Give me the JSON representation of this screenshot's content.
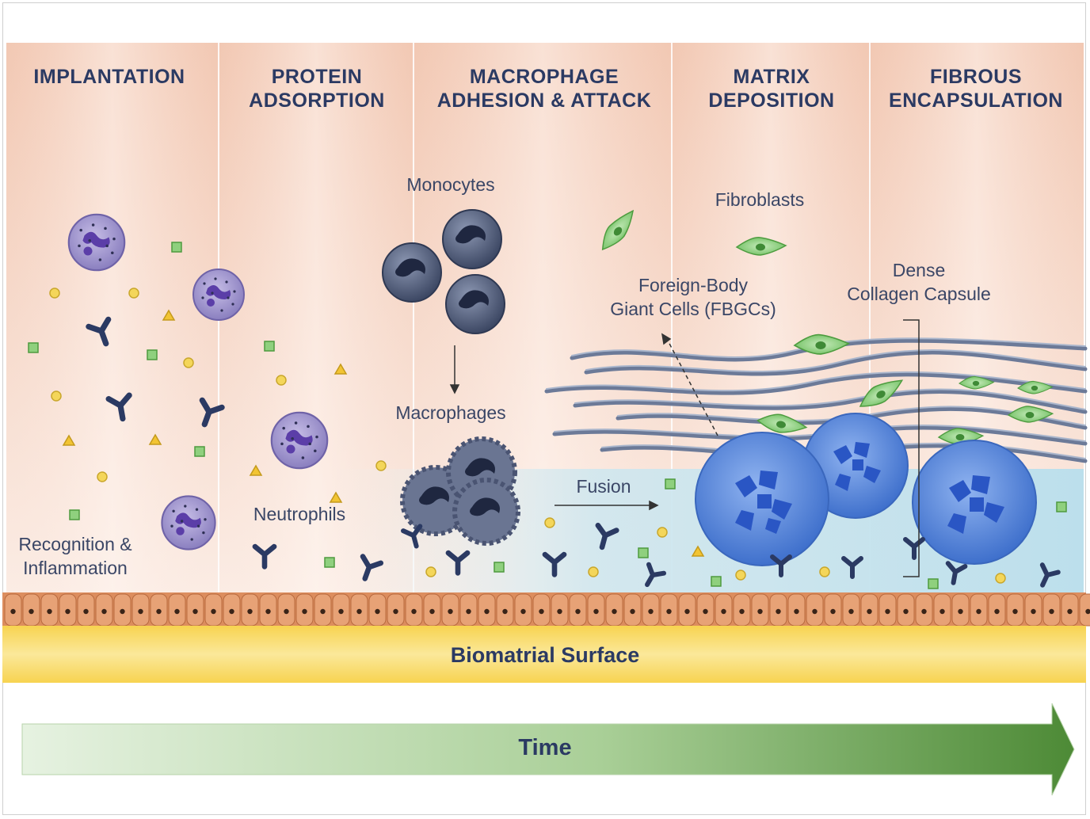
{
  "stages": [
    {
      "title": "IMPLANTATION"
    },
    {
      "title": "PROTEIN\nADSORPTION"
    },
    {
      "title": "MACROPHAGE\nADHESION & ATTACK"
    },
    {
      "title": "MATRIX\nDEPOSITION"
    },
    {
      "title": "FIBROUS\nENCAPSULATION"
    }
  ],
  "labels": {
    "monocytes": "Monocytes",
    "macrophages": "Macrophages",
    "fusion": "Fusion",
    "fibroblasts": "Fibroblasts",
    "fbgc": "Foreign-Body\nGiant Cells (FBGCs)",
    "capsule": "Dense\nCollagen Capsule",
    "neutrophils": "Neutrophils",
    "recognition": "Recognition &\nInflammation"
  },
  "surface_label": "Biomatrial Surface",
  "time_label": "Time",
  "colors": {
    "stage_bg_top": "#f3cdb9",
    "stage_bg_bottom": "#fae9df",
    "fluid": "#bfe0ec",
    "surface": "#f6d04d",
    "epithelium": "#d9895b",
    "fiber": "#6a7896",
    "fibroblast": "#8ccf7e",
    "fbgc": "#4a7fd6",
    "macrophage": "#5a6582",
    "neutrophil": "#9a8cc8",
    "antibody": "#2b3a63",
    "arrow_start": "#e4f1df",
    "arrow_end": "#4f8a37",
    "title_text": "#2b3a63"
  }
}
